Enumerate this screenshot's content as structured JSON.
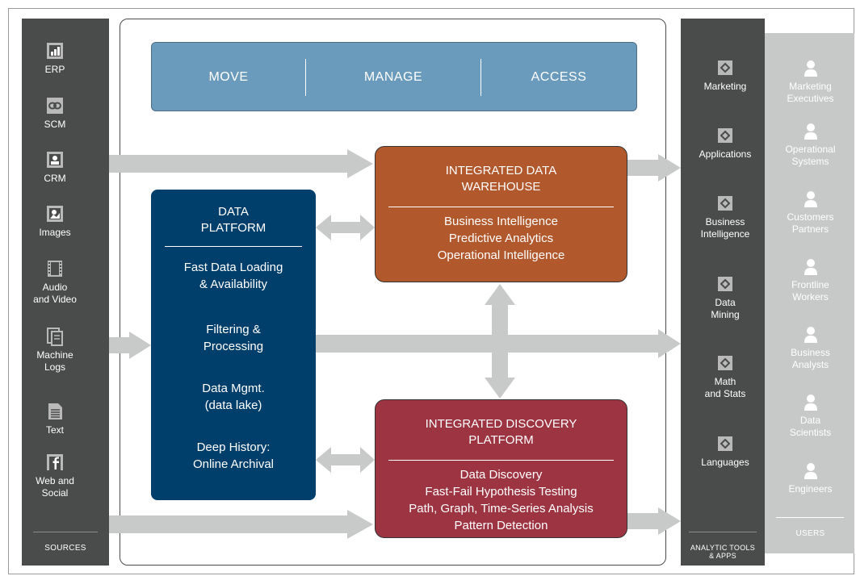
{
  "sources": {
    "items": [
      {
        "label": "ERP",
        "icon": "erp-chart-icon"
      },
      {
        "label": "SCM",
        "icon": "scm-link-icon"
      },
      {
        "label": "CRM",
        "icon": "crm-contacts-icon"
      },
      {
        "label": "Images",
        "icon": "image-icon"
      },
      {
        "label": "Audio\nand Video",
        "icon": "film-icon"
      },
      {
        "label": "Machine\nLogs",
        "icon": "logs-icon"
      },
      {
        "label": "Text",
        "icon": "text-document-icon"
      },
      {
        "label": "Web and\nSocial",
        "icon": "facebook-icon"
      }
    ],
    "footer": "SOURCES"
  },
  "top_bar": {
    "segments": [
      "MOVE",
      "MANAGE",
      "ACCESS"
    ]
  },
  "data_platform": {
    "title": "DATA\nPLATFORM",
    "items": [
      "Fast Data Loading\n& Availability",
      "Filtering &\nProcessing",
      "Data Mgmt.\n   (data lake)",
      "Deep History:\nOnline Archival"
    ]
  },
  "warehouse": {
    "title": "INTEGRATED DATA\nWAREHOUSE",
    "items": [
      "Business Intelligence",
      "Predictive Analytics",
      "Operational Intelligence"
    ]
  },
  "discovery": {
    "title": "INTEGRATED DISCOVERY\nPLATFORM",
    "items": [
      "Data Discovery",
      "Fast-Fail Hypothesis Testing",
      "Path, Graph, Time-Series Analysis",
      "Pattern Detection"
    ]
  },
  "tools": {
    "items": [
      {
        "label": "Marketing"
      },
      {
        "label": "Applications"
      },
      {
        "label": "Business\nIntelligence"
      },
      {
        "label": "Data\nMining"
      },
      {
        "label": "Math\nand Stats"
      },
      {
        "label": "Languages"
      }
    ],
    "footer": "ANALYTIC TOOLS\n& APPS"
  },
  "users": {
    "items": [
      {
        "label": "Marketing\nExecutives"
      },
      {
        "label": "Operational\nSystems"
      },
      {
        "label": "Customers\nPartners"
      },
      {
        "label": "Frontline\nWorkers"
      },
      {
        "label": "Business\nAnalysts"
      },
      {
        "label": "Data\nScientists"
      },
      {
        "label": "Engineers"
      }
    ],
    "footer": "USERS"
  },
  "colors": {
    "dark_column": "#4a4b4b",
    "light_column": "#c7c8c8",
    "top_bar": "#6a9bbd",
    "data_platform": "#003f6b",
    "warehouse": "#b1582c",
    "discovery": "#9d3442",
    "arrow": "#c8c9c9"
  }
}
